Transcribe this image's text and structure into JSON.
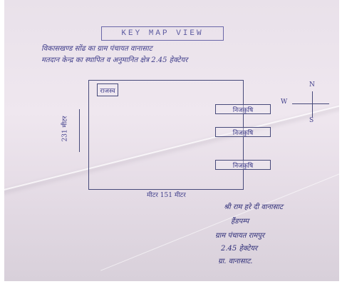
{
  "title": "KEY MAP VIEW",
  "header": {
    "line1": "विकासखण्ड सोंढ का ग्राम पंचायत वानासाट",
    "line2": "मतदान केन्द्र का स्थापित व अनुमानित क्षेत्र 2.45 हेक्टेयर"
  },
  "map": {
    "north": "N",
    "west": "W",
    "south": "S",
    "corner_box": "राजस्व",
    "side_boxes": [
      "निजकृषि",
      "निजकृषि",
      "निजकृषि"
    ],
    "left_measure": "231 मीटर",
    "bottom_measure": "मीटर 151 मीटर"
  },
  "signature": {
    "line1": "श्री राम हरे दी वानासाट",
    "line2": "हैंडपम्प",
    "line3": "ग्राम पंचायत रामपुर",
    "line4": "2.45 हेक्टेयर",
    "line5": "ग्रा. वानासाट."
  }
}
